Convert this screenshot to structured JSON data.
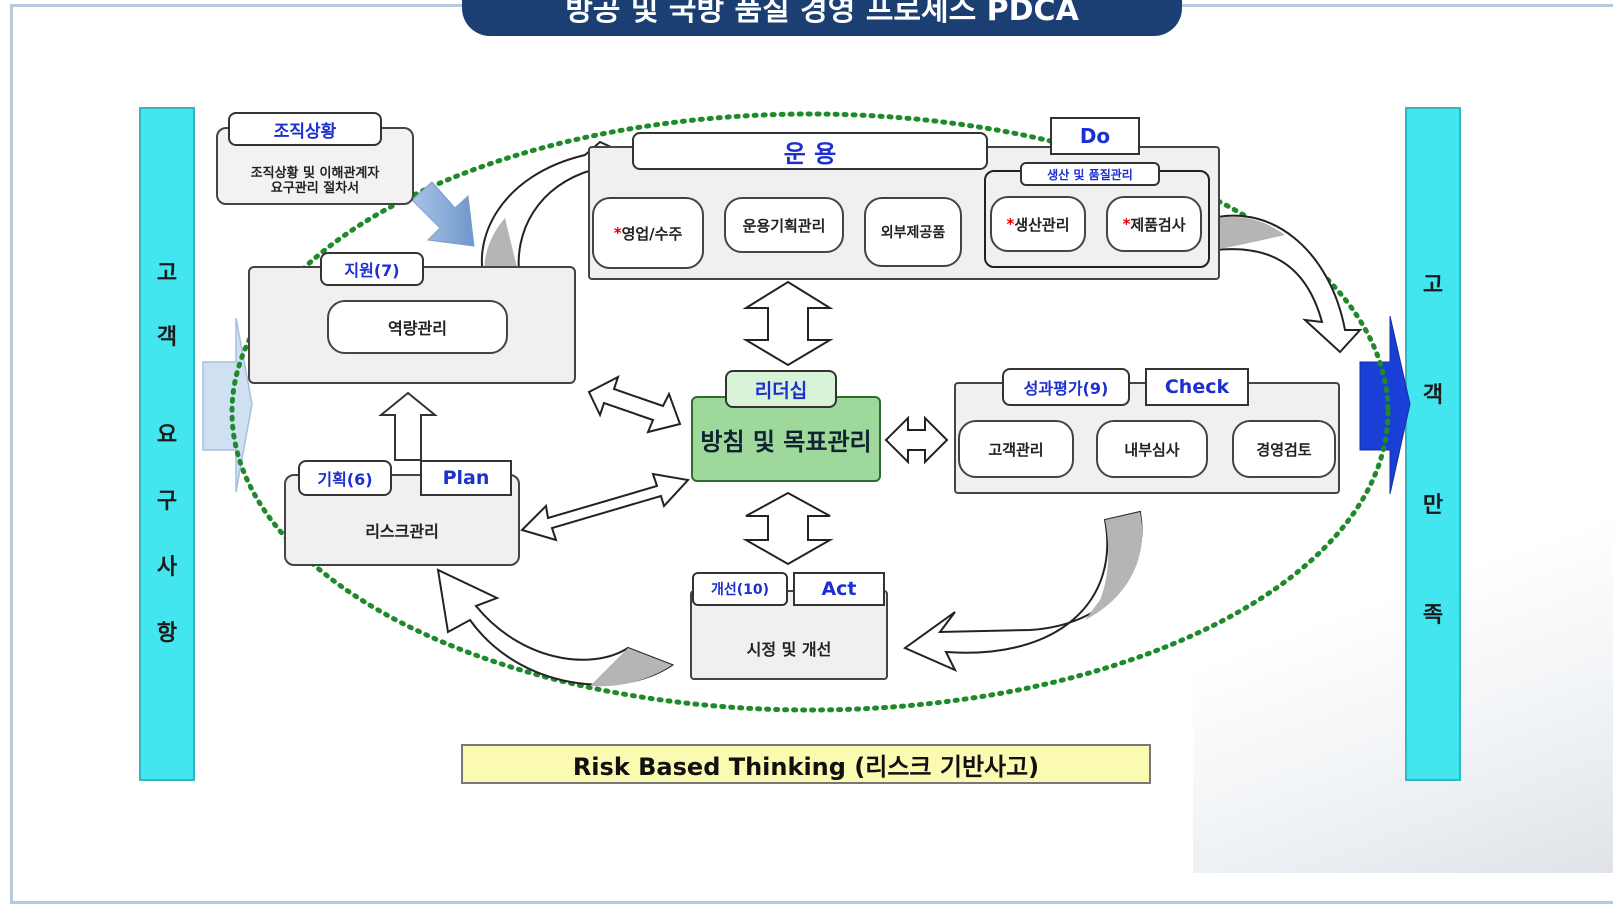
{
  "title": "방공 및 국방 품질 경영 프로세스 PDCA",
  "left_bar": {
    "chars": [
      "고",
      "객",
      "요",
      "구",
      "사",
      "항"
    ]
  },
  "right_bar": {
    "chars": [
      "고",
      "객",
      "만",
      "족"
    ]
  },
  "org_context": {
    "label": "조직상황",
    "desc_line1": "조직상황 및 이해관계자",
    "desc_line2": "요구관리 절차서"
  },
  "support": {
    "label": "지원(7)",
    "item": "역량관리"
  },
  "operation": {
    "title": "운 용",
    "tag": "Do",
    "items": [
      "영업/수주",
      "운용기획관리",
      "외부제공품"
    ],
    "sub_group": {
      "label": "생산 및 품질관리",
      "items": [
        "생산관리",
        "제품검사"
      ]
    }
  },
  "leadership": {
    "label": "리더십",
    "item": "방침 및 목표관리"
  },
  "evaluation": {
    "label": "성과평가(9)",
    "tag": "Check",
    "items": [
      "고객관리",
      "내부심사",
      "경영검토"
    ]
  },
  "planning": {
    "label": "기획(6)",
    "tag": "Plan",
    "item": "리스크관리"
  },
  "improvement": {
    "label": "개선(10)",
    "tag": "Act",
    "item": "시정 및 개선"
  },
  "footer": "Risk Based Thinking (리스크 기반사고)",
  "colors": {
    "title_bg": "#1c3f73",
    "bar": "#43e6ee",
    "leader": "#9ed89a",
    "ellipse": "#1e8a2a",
    "label_text": "#1c2fd0",
    "footer_bg": "#fafab0",
    "arrow_blue": "#1a3fd6"
  }
}
